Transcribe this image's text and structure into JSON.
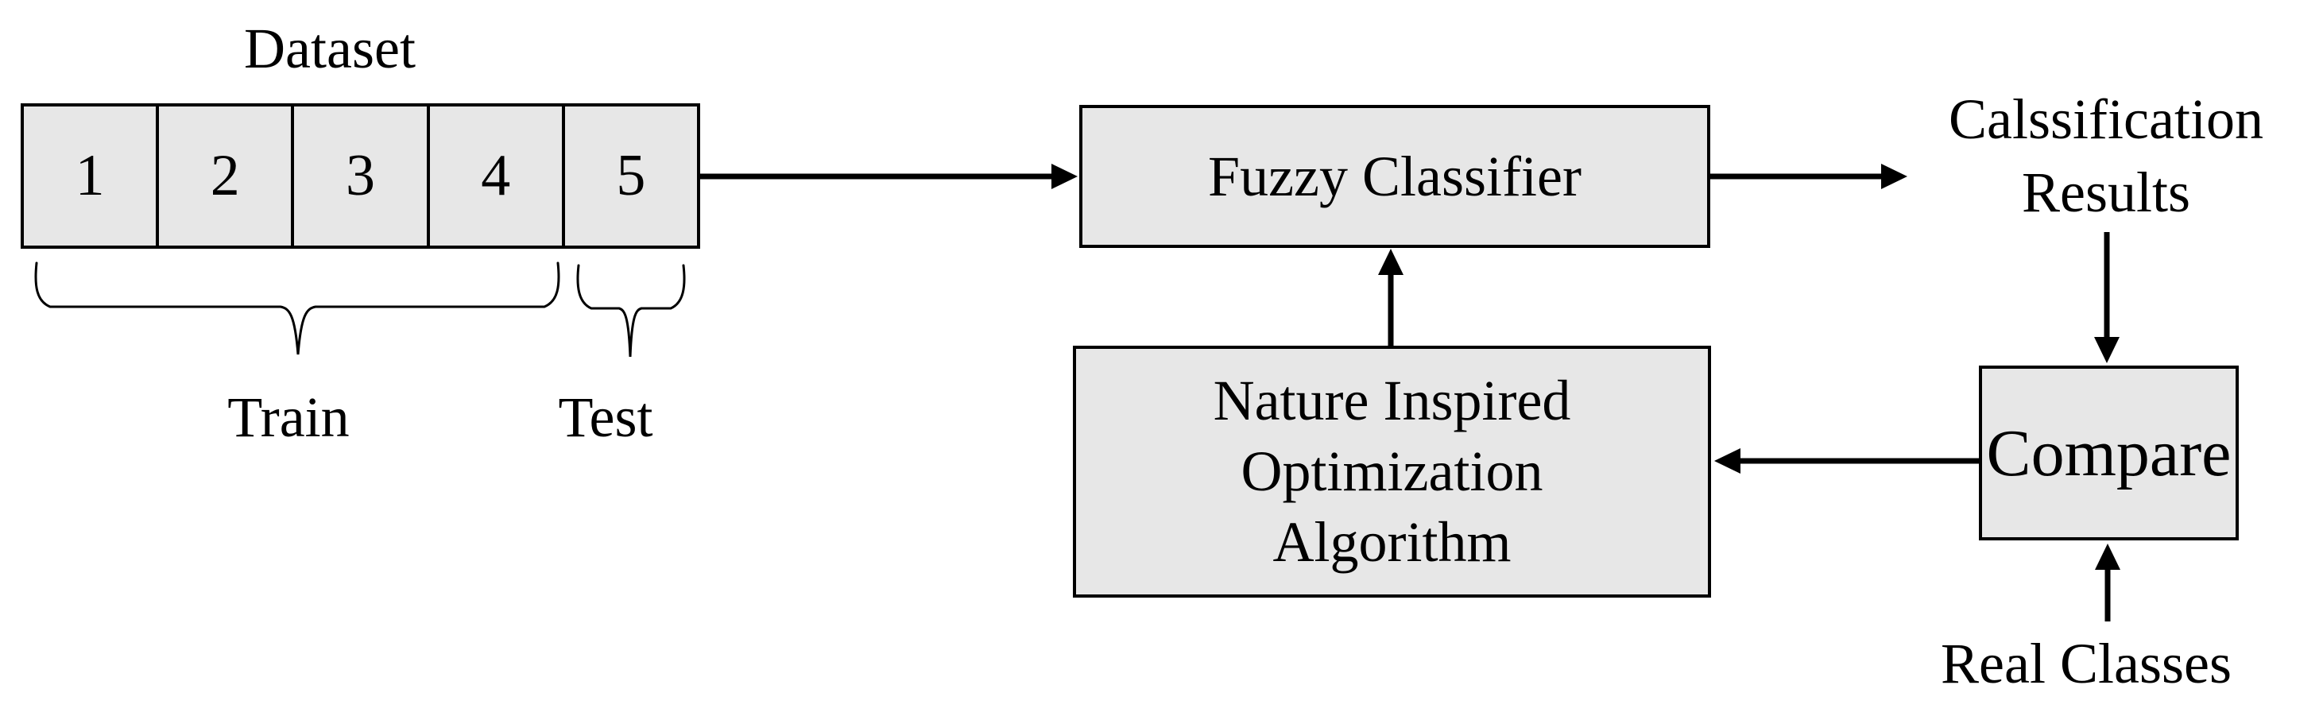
{
  "diagram": {
    "dataset": {
      "label": "Dataset",
      "cells": [
        "1",
        "2",
        "3",
        "4",
        "5"
      ]
    },
    "groups": [
      {
        "label": "Train",
        "cells": [
          "1",
          "2",
          "3",
          "4"
        ]
      },
      {
        "label": "Test",
        "cells": [
          "5"
        ]
      }
    ],
    "nodes": {
      "fuzzy_classifier": {
        "label": "Fuzzy Classifier"
      },
      "nature_optimizer": {
        "lines": [
          "Nature Inspired",
          "Optimization",
          "Algorithm"
        ]
      },
      "compare": {
        "label": "Compare"
      }
    },
    "annotations": {
      "classification_results": {
        "lines": [
          "Calssification",
          "Results"
        ]
      },
      "real_classes": {
        "label": "Real Classes"
      }
    },
    "connections": [
      {
        "from": "dataset",
        "to": "fuzzy_classifier"
      },
      {
        "from": "fuzzy_classifier",
        "to": "classification_results"
      },
      {
        "from": "classification_results",
        "to": "compare"
      },
      {
        "from": "real_classes",
        "to": "compare"
      },
      {
        "from": "compare",
        "to": "nature_optimizer"
      },
      {
        "from": "nature_optimizer",
        "to": "fuzzy_classifier"
      }
    ],
    "colors": {
      "node_fill": "#e7e7e7",
      "stroke": "#000000",
      "text": "#000000",
      "background": "#ffffff"
    }
  }
}
